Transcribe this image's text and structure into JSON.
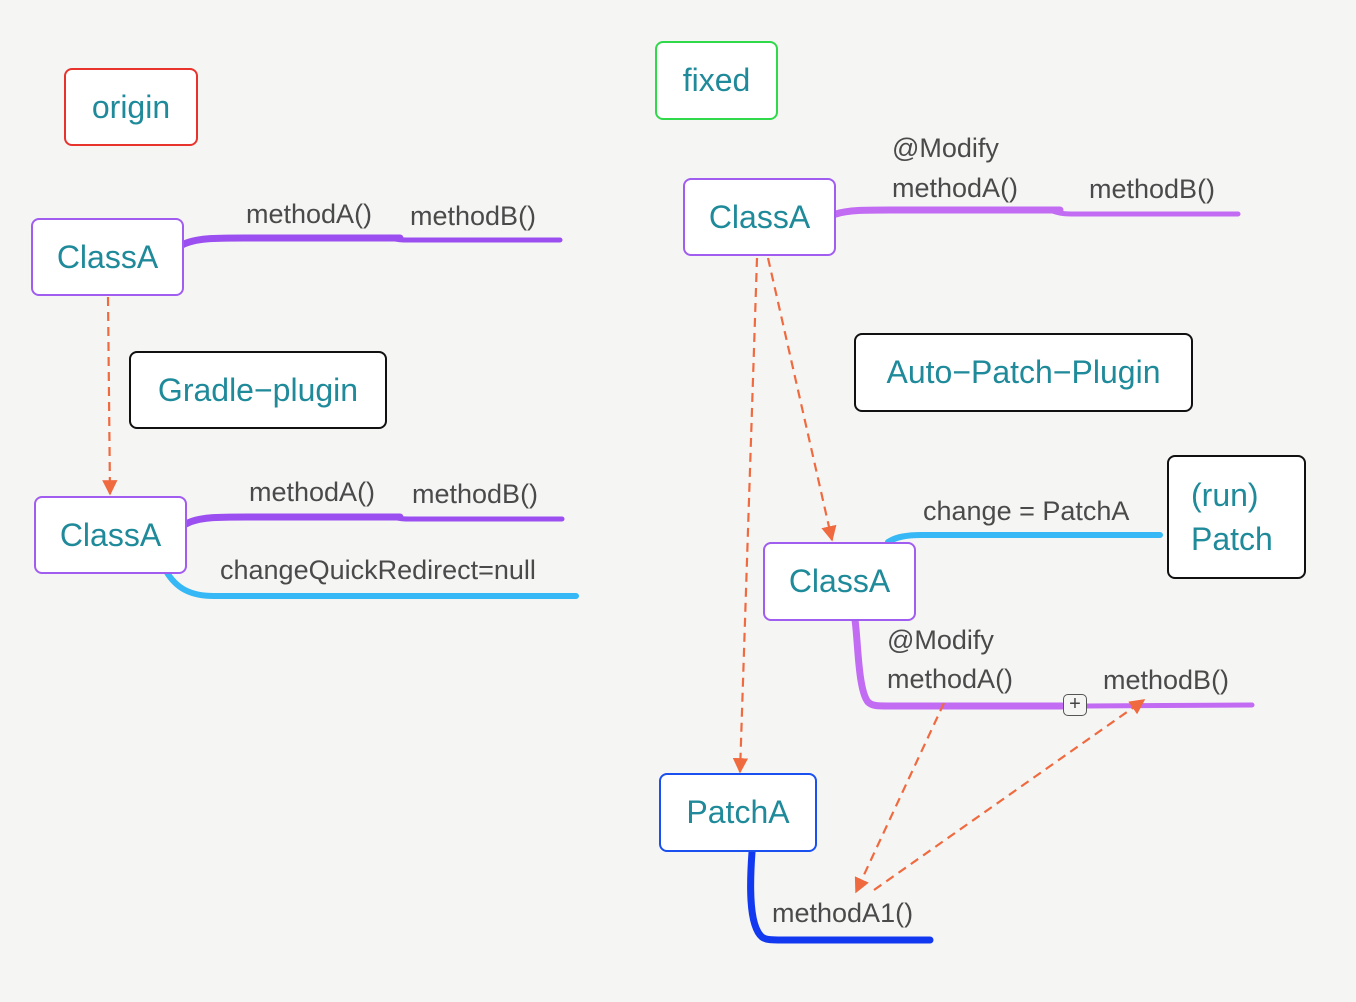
{
  "sections": {
    "origin_label": "origin",
    "fixed_label": "fixed"
  },
  "origin": {
    "class_top": "ClassA",
    "top_method_a": "methodA()",
    "top_method_b": "methodB()",
    "plugin": "Gradle−plugin",
    "class_bottom": "ClassA",
    "bottom_method_a": "methodA()",
    "bottom_method_b": "methodB()",
    "redirect": "changeQuickRedirect=null"
  },
  "fixed": {
    "class_top": "ClassA",
    "top_annotation": "@Modify",
    "top_method_a": "methodA()",
    "top_method_b": "methodB()",
    "plugin": "Auto−Patch−Plugin",
    "class_mid": "ClassA",
    "change": "change = PatchA",
    "run_patch_line1": "(run)",
    "run_patch_line2": "Patch",
    "mid_annotation": "@Modify",
    "mid_method_a": "methodA()",
    "mid_method_b": "methodB()",
    "expand_symbol": "+",
    "patch": "PatchA",
    "patch_method": "methodA1()"
  },
  "colors": {
    "background": "#f5f6f4",
    "node_text": "#1f8a9a",
    "label_text": "#4a4a4a",
    "origin_border": "#e8332d",
    "fixed_border": "#2fd94a",
    "class_border": "#a15cf0",
    "patch_border": "#1a4ff0",
    "plugin_border": "#111111",
    "purple_branch": "#9b4ff0",
    "cyan_branch": "#35b8f5",
    "blue_branch": "#1238f0",
    "arrow": "#f06a40"
  }
}
